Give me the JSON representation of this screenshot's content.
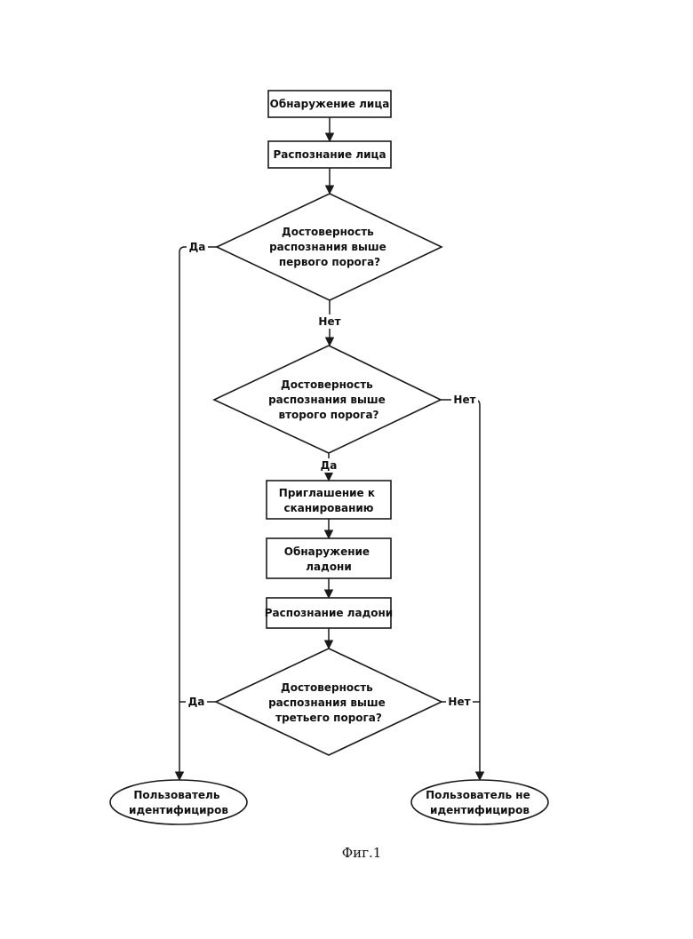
{
  "nodes": {
    "face_detect": {
      "lines": [
        "Обнаружение лица"
      ]
    },
    "face_recog": {
      "lines": [
        "Распознание лица"
      ]
    },
    "decision1": {
      "lines": [
        "Достоверность",
        "распознания выше",
        "первого порога?"
      ]
    },
    "decision2": {
      "lines": [
        "Достоверность",
        "распознания выше",
        "второго порога?"
      ]
    },
    "scan_invite": {
      "lines": [
        "Приглашение к",
        "сканированию"
      ]
    },
    "palm_detect": {
      "lines": [
        "Обнаружение",
        "ладони"
      ]
    },
    "palm_recog": {
      "lines": [
        "Распознание ладони"
      ]
    },
    "decision3": {
      "lines": [
        "Достоверность",
        "распознания выше",
        "третьего порога?"
      ]
    },
    "user_ok": {
      "lines": [
        "Пользователь",
        "идентифициров"
      ]
    },
    "user_fail": {
      "lines": [
        "Пользователь не",
        "идентифициров"
      ]
    }
  },
  "labels": {
    "d1_yes": "Да",
    "d1_no": "Нет",
    "d2_no": "Нет",
    "d2_yes": "Да",
    "d3_yes": "Да",
    "d3_no": "Нет"
  },
  "caption": "Фиг.1"
}
